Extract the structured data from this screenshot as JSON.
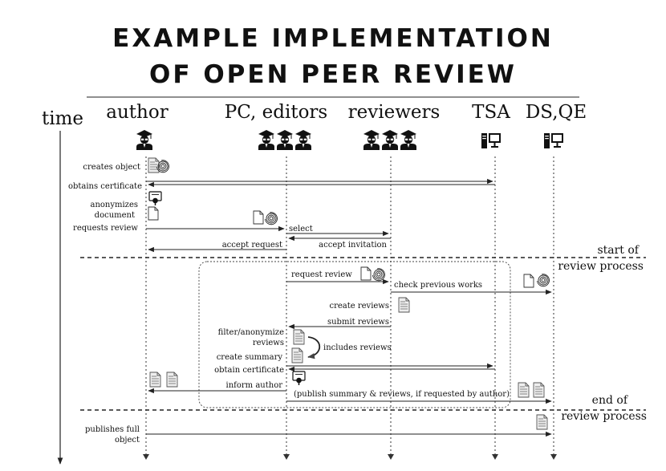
{
  "title": {
    "line1": "EXAMPLE IMPLEMENTATION",
    "line2": "OF OPEN PEER REVIEW"
  },
  "time_label": "time",
  "actors": {
    "author": "author",
    "pc": "PC, editors",
    "reviewers": "reviewers",
    "tsa": "TSA",
    "ds": "DS,QE"
  },
  "icons": {
    "person": "graduate-person-icon",
    "computer": "computer-icon",
    "document": "document-icon",
    "fingerprint": "fingerprint-icon",
    "certificate": "certificate-icon"
  },
  "left_labels": {
    "creates_object": "creates object",
    "obtains_certificate": "obtains certificate",
    "anonymizes_1": "anonymizes",
    "anonymizes_2": "document",
    "requests_review": "requests review",
    "publishes_1": "publishes full",
    "publishes_2": "object"
  },
  "messages": {
    "select": "select",
    "accept_request": "accept request",
    "accept_invitation": "accept invitation",
    "request_review": "request review",
    "check_previous": "check previous works",
    "create_reviews": "create reviews",
    "submit_reviews": "submit reviews",
    "filter_1": "filter/anonymize",
    "filter_2": "reviews",
    "includes_reviews": "includes reviews",
    "create_summary": "create summary",
    "obtain_certificate": "obtain certificate",
    "inform_author": "inform author",
    "publish_summary": "(publish summary & reviews, if requested by author)"
  },
  "phases": {
    "start_1": "start of",
    "start_2": "review process",
    "end_1": "end of",
    "end_2": "review process"
  }
}
